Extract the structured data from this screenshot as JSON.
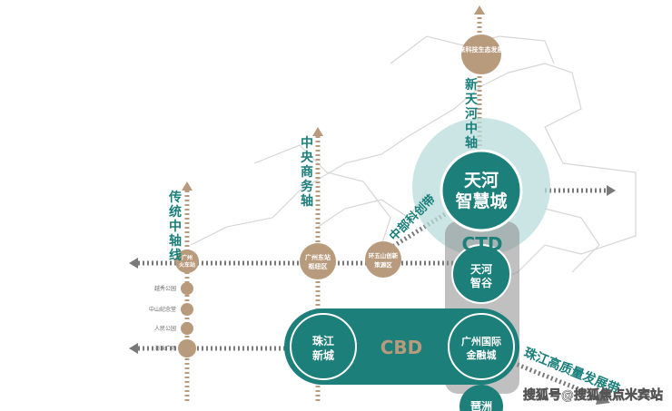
{
  "axes": {
    "new_tianhe_axis": "新天河中轴",
    "central_business_axis": "中央商务轴",
    "traditional_axis": "传统中轴线",
    "central_tech_belt": "中部科创带",
    "pearl_river_belt": "珠江高质量发展带"
  },
  "nodes": {
    "future_tech": "未来科技生态发展区",
    "tianhe_smart_city_1": "天河",
    "tianhe_smart_city_2": "智慧城",
    "ctd": "CTD",
    "tianhe_zhigu_1": "天河",
    "tianhe_zhigu_2": "智谷",
    "cbd": "CBD",
    "zhujiang_newtown_1": "珠江",
    "zhujiang_newtown_2": "新城",
    "gz_ifc_1": "广州国际",
    "gz_ifc_2": "金融城",
    "pazhou": "琶洲",
    "gz_east_1": "广州东站",
    "gz_east_2": "枢纽区",
    "huanshan_1": "环五山创新",
    "huanshan_2": "策源区",
    "gz_station_1": "广州",
    "gz_station_2": "火车站",
    "yuexiu_park": "越秀公园",
    "zhongshan_hall": "中山纪念堂",
    "peoples_park": "人民公园",
    "haizhu_square": "海珠广场"
  },
  "watermark": "搜狐号@搜狐焦点米宾站",
  "colors": {
    "teal": "#1d7f7a",
    "teal_light": "#b9dcdc",
    "tan": "#b89a7c",
    "gray": "#7a7a7a",
    "text_teal": "#1a7f7a"
  }
}
